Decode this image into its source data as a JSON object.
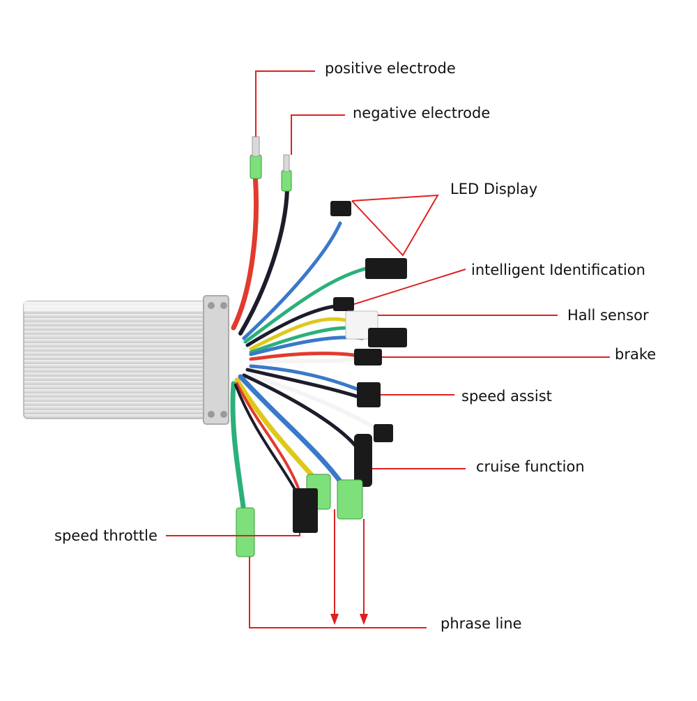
{
  "diagram": {
    "labels": {
      "positive_electrode": "positive electrode",
      "negative_electrode": "negative electrode",
      "led_display": "LED Display",
      "intelligent_identification": "intelligent Identification",
      "hall_sensor": "Hall sensor",
      "brake": "brake",
      "speed_assist": "speed assist",
      "cruise_function": "cruise function",
      "speed_throttle": "speed throttle",
      "phrase_line": "phrase line"
    },
    "colors": {
      "callout_line": "#e02020",
      "case_fill": "#e4e4e4",
      "wire_red": "#e23a2e",
      "wire_black": "#1c1c2a",
      "wire_blue": "#3a78c9",
      "wire_green": "#2bb07a",
      "wire_yellow": "#e0c81a",
      "wire_white": "#f4f4f4",
      "connector": "#1a1a1a",
      "terminal_sleeve": "#7ee07a"
    }
  }
}
